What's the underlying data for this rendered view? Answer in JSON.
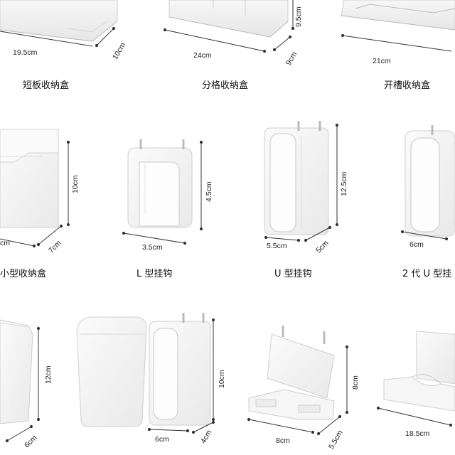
{
  "products": {
    "short_board_box": {
      "name": "短板收纳盒",
      "dims": [
        "19.5cm",
        "10cm"
      ]
    },
    "divided_box": {
      "name": "分格收纳盒",
      "dims": [
        "24cm",
        "9cm",
        "9.5cm"
      ]
    },
    "slotted_box": {
      "name": "开槽收纳盒",
      "dims": [
        "21cm"
      ]
    },
    "small_box": {
      "name": "小型收纳盒",
      "dims": [
        "cm",
        "7cm",
        "10cm"
      ]
    },
    "l_hook": {
      "name": "L 型挂钩",
      "dims": [
        "3.5cm",
        "4.5cm"
      ]
    },
    "u_hook": {
      "name": "U 型挂钩",
      "dims": [
        "5.5cm",
        "5cm",
        "12.5cm"
      ]
    },
    "u_hook_2": {
      "name": "2 代 U 型挂",
      "dims": [
        "6cm"
      ]
    },
    "cup_small": {
      "dims": [
        "6cm",
        "12cm"
      ]
    },
    "cup_with_holder": {
      "dims": [
        "6cm",
        "4cm",
        "10cm"
      ]
    },
    "stand": {
      "dims": [
        "8cm",
        "5.5cm",
        "8cm"
      ]
    },
    "slot_stand": {
      "dims": [
        "18.5cm"
      ]
    }
  },
  "colors": {
    "product": "#f4f4f4",
    "edge": "#c9c9c9",
    "shadow": "#e2e2e2",
    "dimline": "#333333"
  }
}
